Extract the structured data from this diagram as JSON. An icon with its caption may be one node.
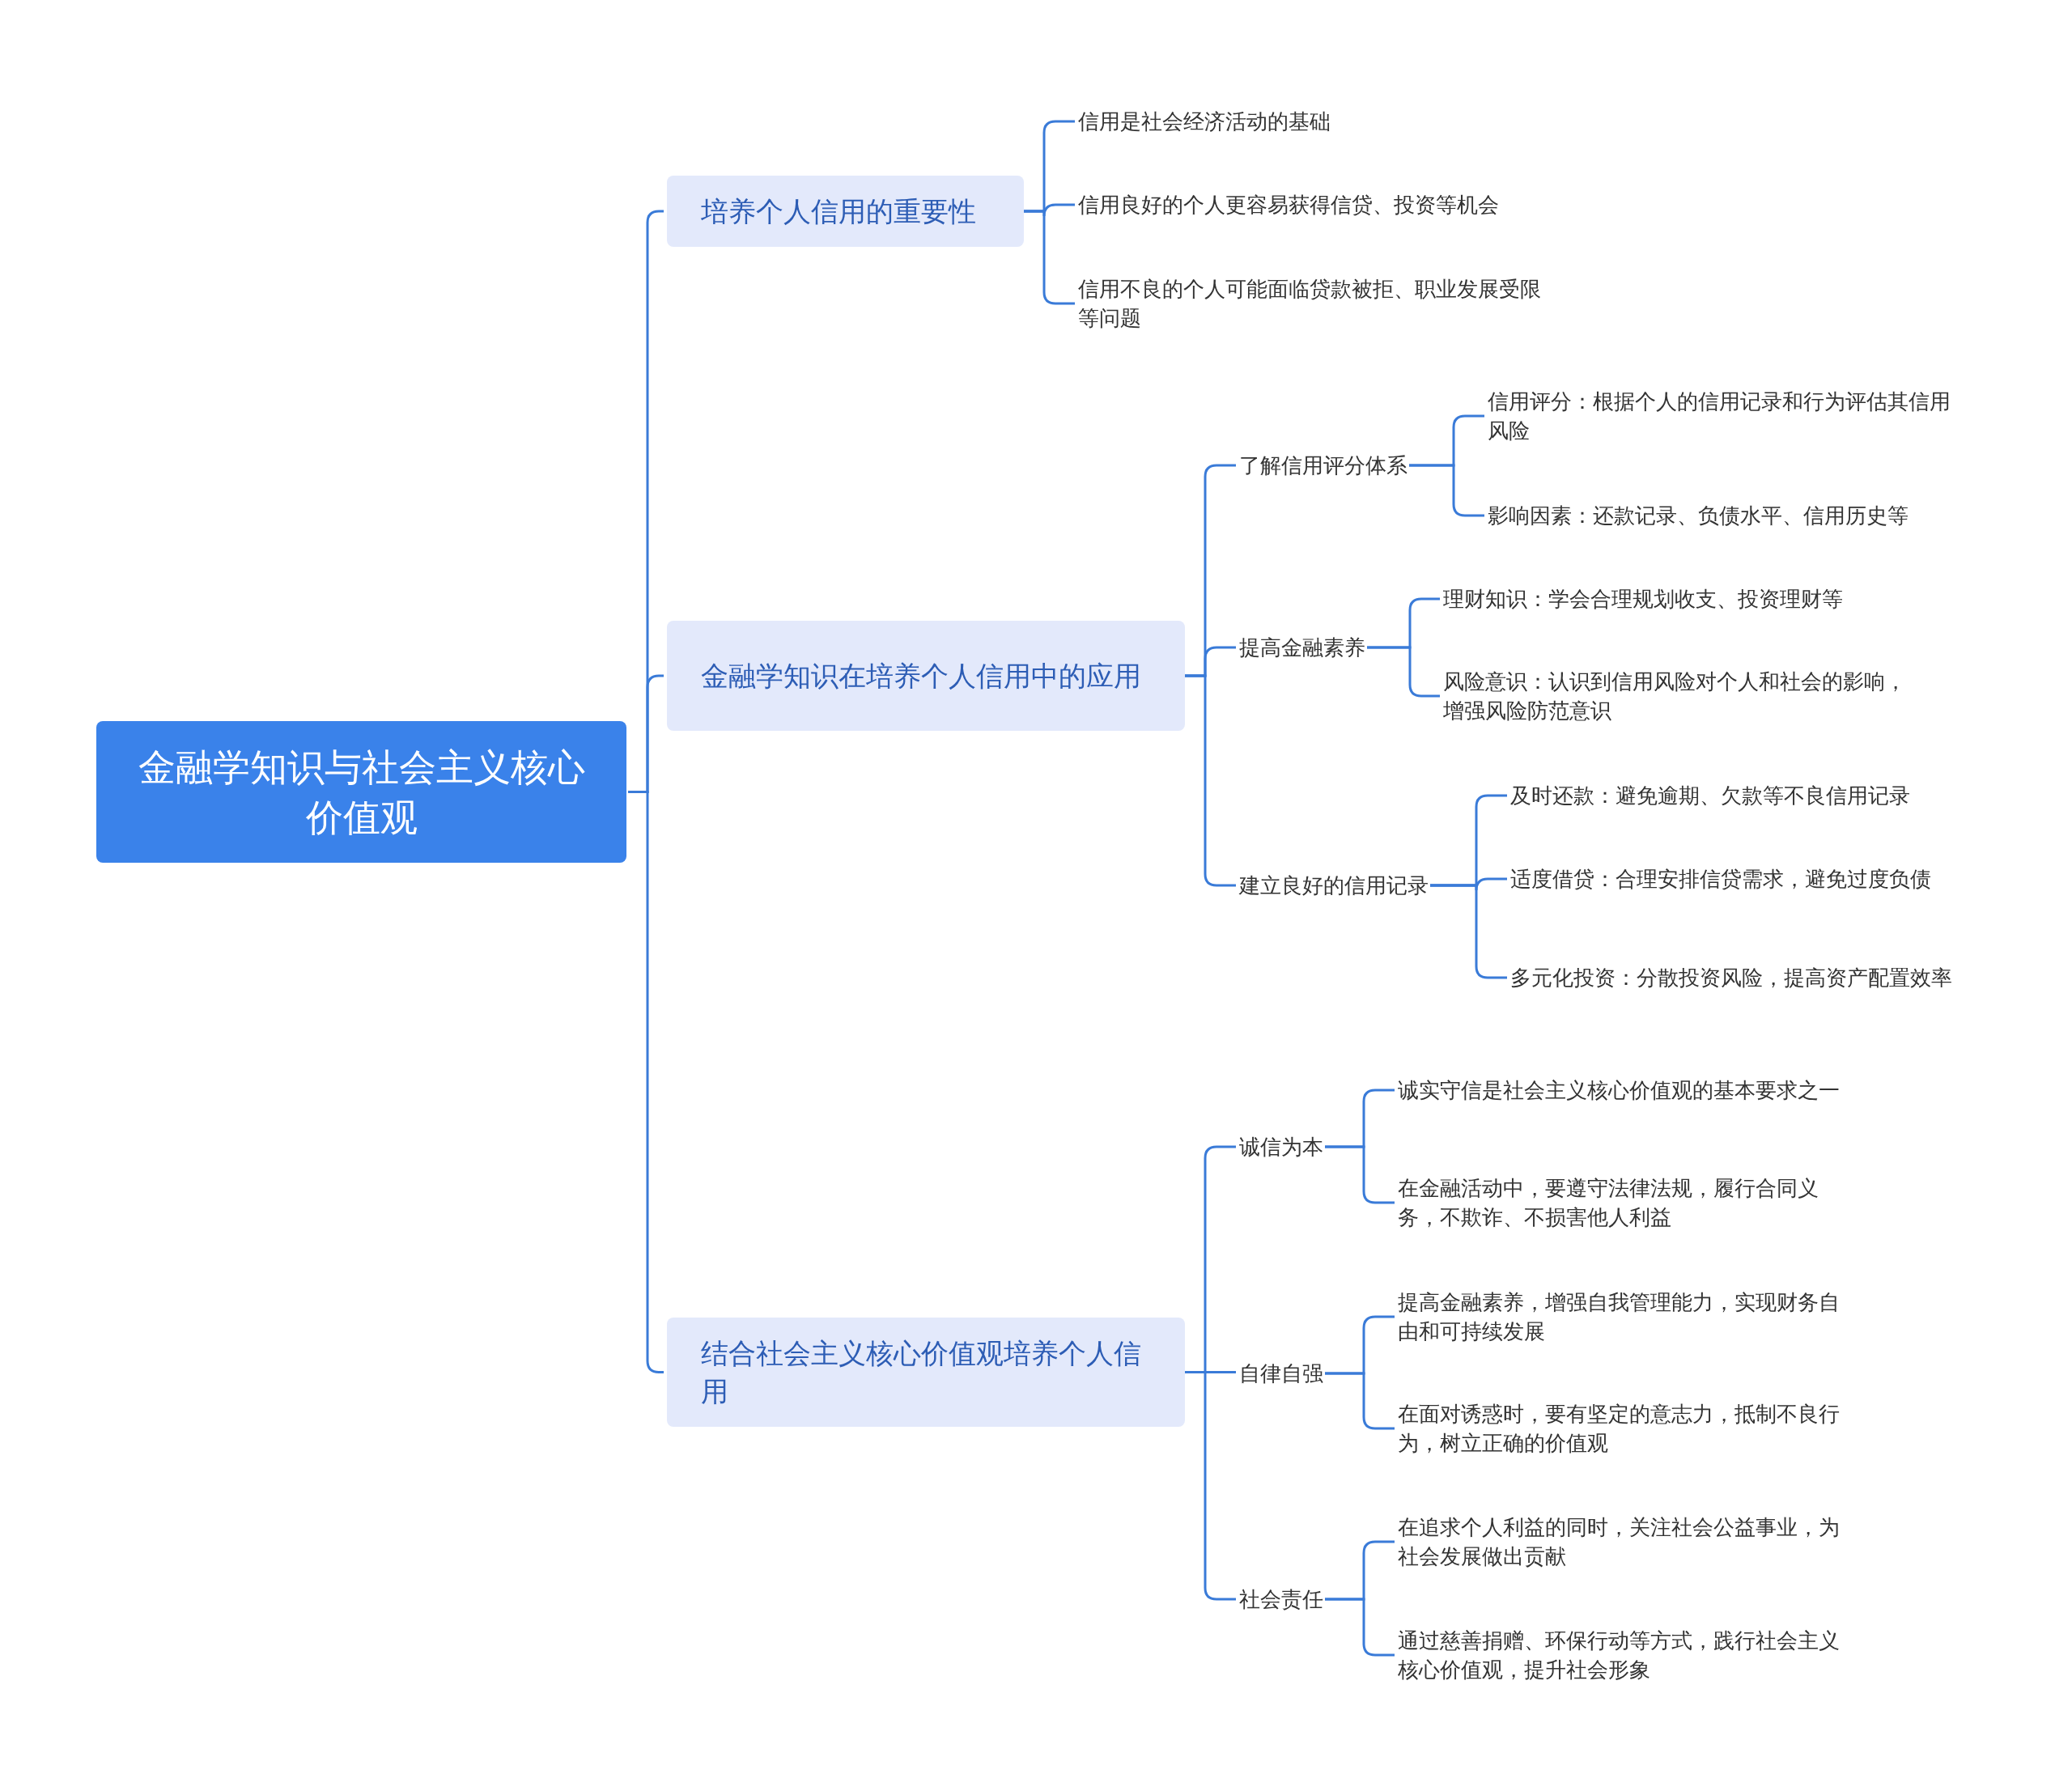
{
  "diagram": {
    "nodes": [
      {
        "text": [
          "金融学知识与社会主义核心价值观"
        ]
      },
      {
        "text": [
          "培养个人信用的重要性"
        ]
      },
      {
        "text": [
          "信用是社会经济活动的基础"
        ]
      },
      {
        "text": [
          "信用良好的个人更容易获得信贷、投资等机会"
        ]
      },
      {
        "text": [
          "信用不良的个人可能面临贷款被拒、职业发展受限等问题"
        ]
      },
      {
        "text": [
          "金融学知识在培养个人信用中的应用"
        ]
      },
      {
        "text": [
          "了解信用评分体系"
        ]
      },
      {
        "text": [
          "信用评分：根据个人的信用记录和行为评估其信用风险"
        ]
      },
      {
        "text": [
          "影响因素：还款记录、负债水平、信用历史等"
        ]
      },
      {
        "text": [
          "提高金融素养"
        ]
      },
      {
        "text": [
          "理财知识：学会合理规划收支、投资理财等"
        ]
      },
      {
        "text": [
          "风险意识：认识到信用风险对个人和社会的影响，增强风险防范意识"
        ]
      },
      {
        "text": [
          "建立良好的信用记录"
        ]
      },
      {
        "text": [
          "及时还款：避免逾期、欠款等不良信用记录"
        ]
      },
      {
        "text": [
          "适度借贷：合理安排信贷需求，避免过度负债"
        ]
      },
      {
        "text": [
          "多元化投资：分散投资风险，提高资产配置效率"
        ]
      },
      {
        "text": [
          "结合社会主义核心价值观培养个人信用"
        ]
      },
      {
        "text": [
          "诚信为本"
        ]
      },
      {
        "text": [
          "诚实守信是社会主义核心价值观的基本要求之一"
        ]
      },
      {
        "text": [
          "在金融活动中，要遵守法律法规，履行合同义务，不欺诈、不损害他人利益"
        ]
      },
      {
        "text": [
          "自律自强"
        ]
      },
      {
        "text": [
          "提高金融素养，增强自我管理能力，实现财务自由和可持续发展"
        ]
      },
      {
        "text": [
          "在面对诱惑时，要有坚定的意志力，抵制不良行为，树立正确的价值观"
        ]
      },
      {
        "text": [
          "社会责任"
        ]
      },
      {
        "text": [
          "在追求个人利益的同时，关注社会公益事业，为社会发展做出贡献"
        ]
      },
      {
        "text": [
          "通过慈善捐赠、环保行动等方式，践行社会主义核心价值观，提升社会形象"
        ]
      }
    ],
    "edges": [
      {
        "from": 0,
        "to": 1,
        "arrow": "none"
      },
      {
        "from": 1,
        "to": 2,
        "arrow": "none"
      },
      {
        "from": 1,
        "to": 3,
        "arrow": "none"
      },
      {
        "from": 1,
        "to": 4,
        "arrow": "none"
      },
      {
        "from": 0,
        "to": 5,
        "arrow": "none"
      },
      {
        "from": 5,
        "to": 6,
        "arrow": "none"
      },
      {
        "from": 6,
        "to": 7,
        "arrow": "none"
      },
      {
        "from": 6,
        "to": 8,
        "arrow": "none"
      },
      {
        "from": 5,
        "to": 9,
        "arrow": "none"
      },
      {
        "from": 9,
        "to": 10,
        "arrow": "none"
      },
      {
        "from": 9,
        "to": 11,
        "arrow": "none"
      },
      {
        "from": 5,
        "to": 12,
        "arrow": "none"
      },
      {
        "from": 12,
        "to": 13,
        "arrow": "none"
      },
      {
        "from": 12,
        "to": 14,
        "arrow": "none"
      },
      {
        "from": 12,
        "to": 15,
        "arrow": "none"
      },
      {
        "from": 0,
        "to": 16,
        "arrow": "none"
      },
      {
        "from": 16,
        "to": 17,
        "arrow": "none"
      },
      {
        "from": 17,
        "to": 18,
        "arrow": "none"
      },
      {
        "from": 17,
        "to": 19,
        "arrow": "none"
      },
      {
        "from": 16,
        "to": 20,
        "arrow": "none"
      },
      {
        "from": 20,
        "to": 21,
        "arrow": "none"
      },
      {
        "from": 20,
        "to": 22,
        "arrow": "none"
      },
      {
        "from": 16,
        "to": 23,
        "arrow": "none"
      },
      {
        "from": 23,
        "to": 24,
        "arrow": "none"
      },
      {
        "from": 23,
        "to": 25,
        "arrow": "none"
      }
    ]
  }
}
